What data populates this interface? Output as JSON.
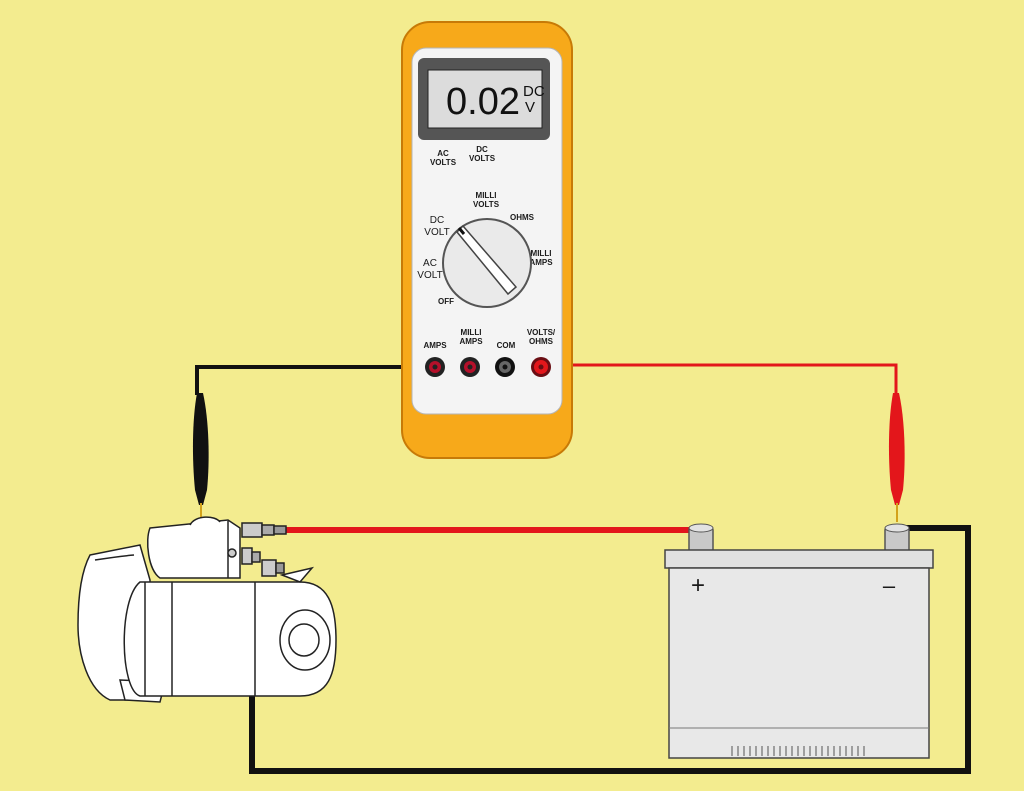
{
  "colors": {
    "background": "#f3ec8f",
    "meter_body": "#f7a91a",
    "meter_face": "#f4f4f4",
    "display": "#dcdcdc",
    "red_lead": "#e3161b",
    "black_lead": "#111111",
    "battery": "#e8e8e8"
  },
  "meter": {
    "reading": "0.02",
    "unit_top": "DC",
    "unit_bottom": "V",
    "top_labels": [
      {
        "line1": "AC",
        "line2": "VOLTS"
      },
      {
        "line1": "DC",
        "line2": "VOLTS"
      }
    ],
    "dial_labels": {
      "milli_volts": [
        "MILLI",
        "VOLTS"
      ],
      "ohms": "OHMS",
      "milli_amps": [
        "MILLI",
        "AMPS"
      ],
      "dc_volt": [
        "DC",
        "VOLT"
      ],
      "ac_volt": [
        "AC",
        "VOLT"
      ],
      "off": "OFF"
    },
    "jacks": [
      {
        "line1": "AMPS",
        "line2": ""
      },
      {
        "line1": "MILLI",
        "line2": "AMPS"
      },
      {
        "line1": "COM",
        "line2": ""
      },
      {
        "line1": "VOLTS/",
        "line2": "OHMS"
      }
    ]
  },
  "battery": {
    "positive_symbol": "+",
    "negative_symbol": "–"
  }
}
